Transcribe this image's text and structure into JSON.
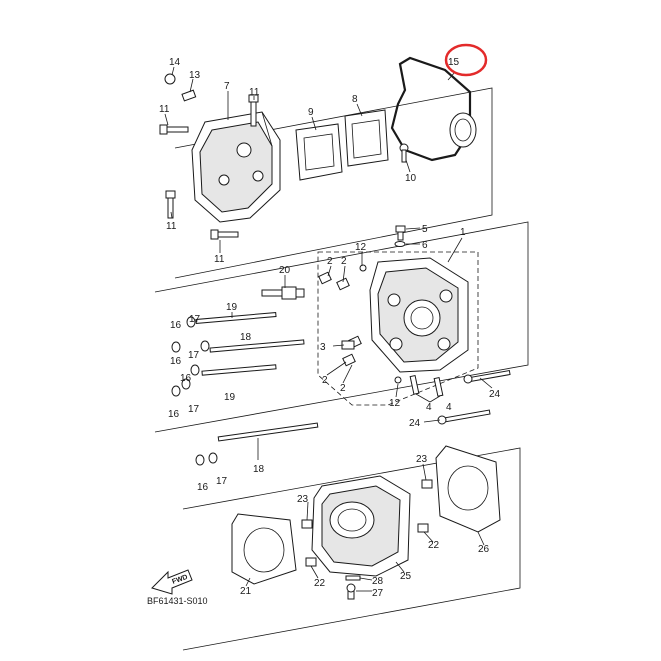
{
  "diagram": {
    "drawing_code": "BF61431-S010",
    "direction_label": "FWD",
    "highlight_color": "#e32b2b",
    "highlighted_part": "15",
    "parts": [
      {
        "id": "p1",
        "label": "1"
      },
      {
        "id": "p2a",
        "label": "2"
      },
      {
        "id": "p2b",
        "label": "2"
      },
      {
        "id": "p2c",
        "label": "2"
      },
      {
        "id": "p2d",
        "label": "2"
      },
      {
        "id": "p3",
        "label": "3"
      },
      {
        "id": "p4a",
        "label": "4"
      },
      {
        "id": "p4b",
        "label": "4"
      },
      {
        "id": "p5",
        "label": "5"
      },
      {
        "id": "p6",
        "label": "6"
      },
      {
        "id": "p7",
        "label": "7"
      },
      {
        "id": "p8",
        "label": "8"
      },
      {
        "id": "p9",
        "label": "9"
      },
      {
        "id": "p10",
        "label": "10"
      },
      {
        "id": "p11a",
        "label": "11"
      },
      {
        "id": "p11b",
        "label": "11"
      },
      {
        "id": "p11c",
        "label": "11"
      },
      {
        "id": "p11d",
        "label": "11"
      },
      {
        "id": "p12a",
        "label": "12"
      },
      {
        "id": "p12b",
        "label": "12"
      },
      {
        "id": "p13",
        "label": "13"
      },
      {
        "id": "p14",
        "label": "14"
      },
      {
        "id": "p15",
        "label": "15"
      },
      {
        "id": "p16a",
        "label": "16"
      },
      {
        "id": "p16b",
        "label": "16"
      },
      {
        "id": "p16c",
        "label": "16"
      },
      {
        "id": "p16d",
        "label": "16"
      },
      {
        "id": "p17a",
        "label": "17"
      },
      {
        "id": "p17b",
        "label": "17"
      },
      {
        "id": "p17c",
        "label": "17"
      },
      {
        "id": "p17d",
        "label": "17"
      },
      {
        "id": "p18a",
        "label": "18"
      },
      {
        "id": "p18b",
        "label": "18"
      },
      {
        "id": "p19a",
        "label": "19"
      },
      {
        "id": "p19b",
        "label": "19"
      },
      {
        "id": "p20",
        "label": "20"
      },
      {
        "id": "p21",
        "label": "21"
      },
      {
        "id": "p22a",
        "label": "22"
      },
      {
        "id": "p22b",
        "label": "22"
      },
      {
        "id": "p23a",
        "label": "23"
      },
      {
        "id": "p23b",
        "label": "23"
      },
      {
        "id": "p24a",
        "label": "24"
      },
      {
        "id": "p24b",
        "label": "24"
      },
      {
        "id": "p25",
        "label": "25"
      },
      {
        "id": "p26",
        "label": "26"
      },
      {
        "id": "p27",
        "label": "27"
      },
      {
        "id": "p28",
        "label": "28"
      }
    ]
  }
}
